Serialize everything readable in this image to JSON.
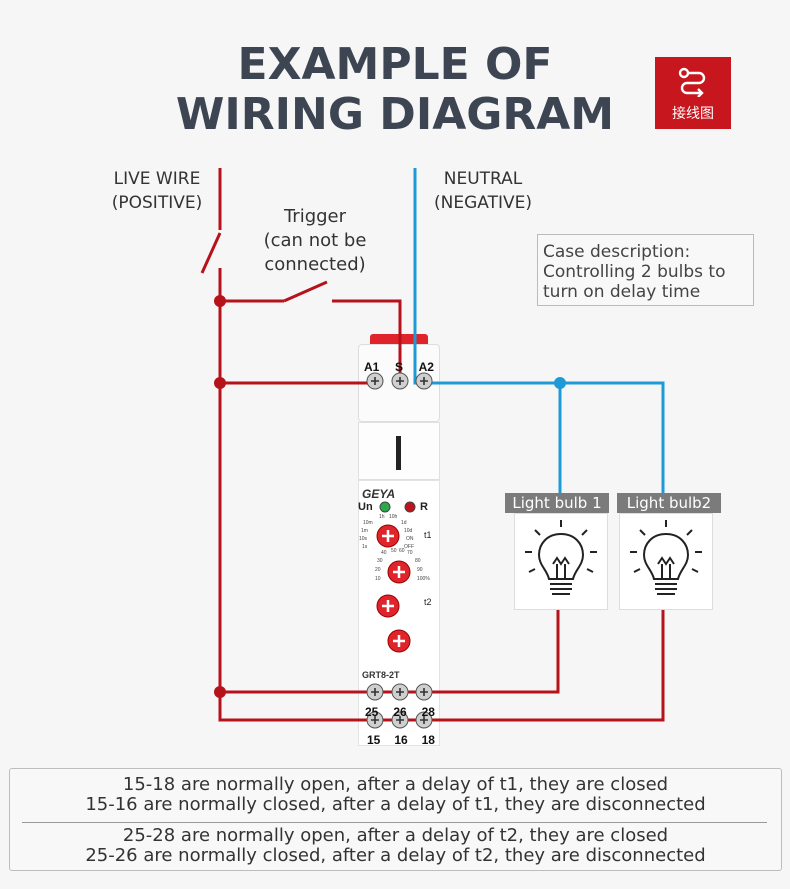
{
  "title": {
    "line1": "EXAMPLE OF",
    "line2": "WIRING DIAGRAM"
  },
  "badge": {
    "label": "接线图",
    "icon": "wiring-icon",
    "color": "#c8161e"
  },
  "labels": {
    "live_wire": "LIVE WIRE",
    "live_sub": "(POSITIVE)",
    "neutral": "NEUTRAL",
    "neutral_sub": "(NEGATIVE)",
    "trigger": "Trigger",
    "trigger_sub1": "(can not be",
    "trigger_sub2": "connected)"
  },
  "case": {
    "line1": "Case description:",
    "line2": "Controlling 2 bulbs to",
    "line3": "turn on delay time"
  },
  "bulbs": [
    {
      "label": "Light bulb 1"
    },
    {
      "label": "Light bulb2"
    }
  ],
  "device": {
    "brand": "GEYA",
    "model": "GRT8-2T",
    "led_un": "Un",
    "led_r": "R",
    "top_terminals": [
      "A1",
      "S",
      "A2"
    ],
    "bottom_row1": [
      "25",
      "26",
      "28"
    ],
    "bottom_row2": [
      "15",
      "16",
      "18"
    ],
    "t1_label": "t1",
    "t2_label": "t2",
    "range_labels": [
      "1h",
      "10h",
      "10m",
      "1d",
      "1m",
      "10d",
      "10s",
      "ON",
      "1s",
      "OFF"
    ],
    "pct_labels": [
      "40",
      "50",
      "60",
      "70",
      "30",
      "80",
      "20",
      "90",
      "10",
      "100%"
    ]
  },
  "notes": [
    "15-18 are normally open, after a delay of t1, they are closed",
    "15-16 are normally closed, after a delay of t1, they are disconnected",
    "25-28 are normally open, after a delay of t2, they are closed",
    "25-26 are normally closed, after a delay of t2, they are disconnected"
  ],
  "colors": {
    "live": "#b5121b",
    "neutral": "#1e9ad6",
    "accent": "#e0242b"
  }
}
